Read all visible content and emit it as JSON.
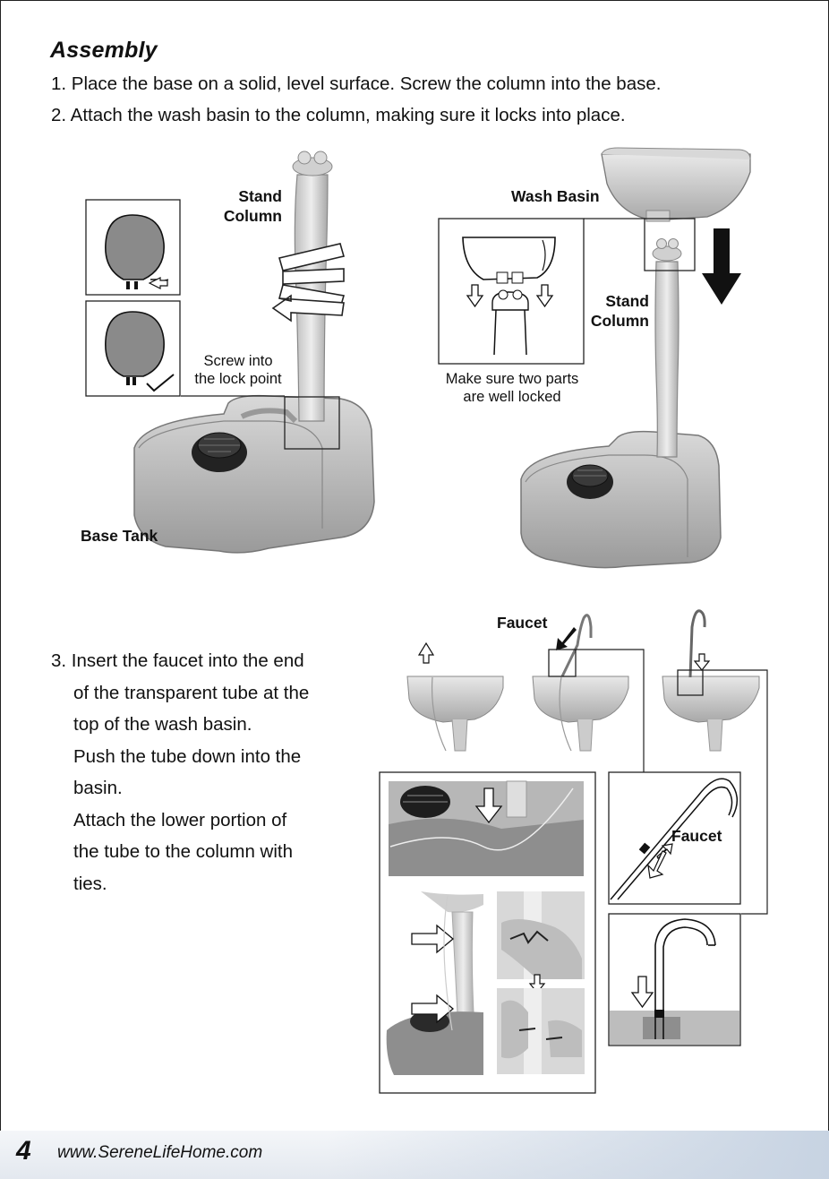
{
  "heading": "Assembly",
  "steps": {
    "s1": "1. Place the base on a solid, level surface. Screw the column into the base.",
    "s2": "2. Attach the wash basin to the column, making sure it locks into place.",
    "s3_lines": [
      "3. Insert the faucet into the end",
      "of the transparent tube at the",
      "top of the wash basin.",
      "Push the tube down into the",
      "basin.",
      "Attach the lower portion of",
      "the tube to the column with",
      "ties."
    ]
  },
  "labels": {
    "stand_column_1_a": "Stand",
    "stand_column_1_b": "Column",
    "screw_into_a": "Screw into",
    "screw_into_b": "the lock point",
    "base_tank": "Base Tank",
    "wash_basin": "Wash Basin",
    "stand_column_2_a": "Stand",
    "stand_column_2_b": "Column",
    "locked_a": "Make sure two parts",
    "locked_b": "are well locked",
    "faucet_top": "Faucet",
    "faucet_detail": "Faucet"
  },
  "footer": {
    "page_number": "4",
    "url": "www.SereneLifeHome.com"
  }
}
